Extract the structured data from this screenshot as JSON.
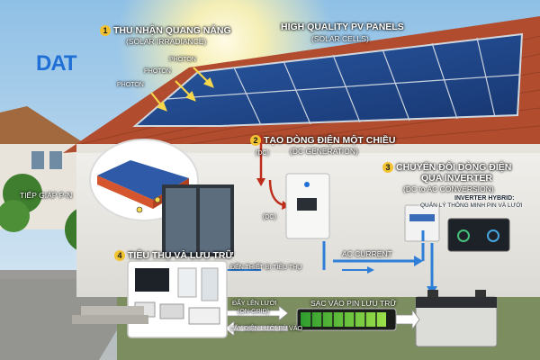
{
  "logo": {
    "text_d": "D",
    "text_at": "AT"
  },
  "step1": {
    "num": "1",
    "title": "THU NHẬN QUANG NĂNG",
    "sub": "(SOLAR IRRADIANCE)"
  },
  "photons": [
    "PHOTON",
    "PHOTON",
    "PHOTON"
  ],
  "panels": {
    "title": "HIGH QUALITY PV PANELS",
    "sub": "(SOLAR CELLS)"
  },
  "step2": {
    "num": "2",
    "title": "TẠO DÒNG ĐIỆN MỘT CHIỀU",
    "sub": "(DC GENERATION)"
  },
  "dc_labels": [
    "(DC)",
    "(DC)"
  ],
  "step3": {
    "num": "3",
    "title": "CHUYỂN ĐỔI DÒNG ĐIỆN",
    "title2": "QUA INVERTER",
    "sub": "(DC to AC CONVERSION)"
  },
  "inverter_hybrid": {
    "title": "INVERTER HYBRID:",
    "sub": "QUẢN LÝ THÔNG MINH PIN VÀ LƯỚI"
  },
  "pn_label": "TIẾP GIÁP P-N",
  "ac_current": "AC CURRENT",
  "step4": {
    "num": "4",
    "title": "TIÊU THỤ VÀ LƯU TRỮ"
  },
  "to_devices": "ĐẾN THIẾT BỊ TIÊU THỤ",
  "grid_up": "ĐẨY LÊN LƯỚI",
  "on_grid": "(ON-GRID)",
  "grid_down": "LẤY ĐIỆN LƯỚI BÙ VÀO",
  "battery_charge": "SẠC VÀO PIN LƯU TRỮ",
  "colors": {
    "accent_yellow": "#f1c232",
    "arrow_blue": "#2f7fd8",
    "arrow_red": "#d64532",
    "brand_blue": "#1f6fd6"
  }
}
